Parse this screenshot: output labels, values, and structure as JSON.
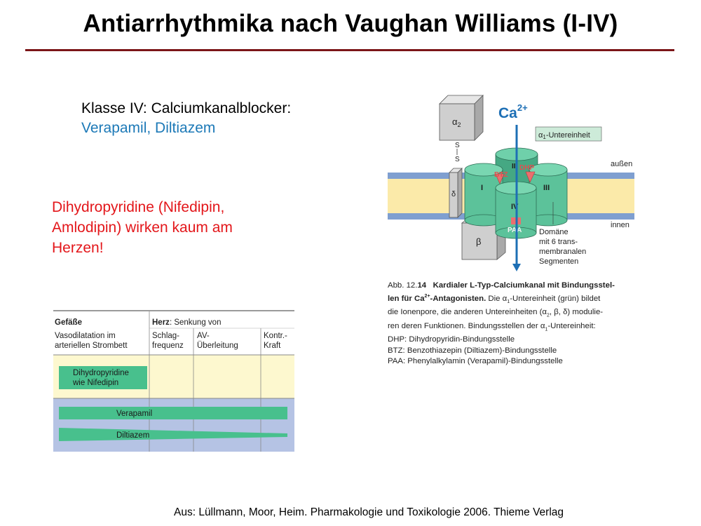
{
  "slide": {
    "title": "Antiarrhythmika nach Vaughan Williams (I-IV)",
    "class_heading": "Klasse IV: Calciumkanalblocker:",
    "class_drugs": "Verapamil, Diltiazem",
    "note_line1": "Dihydropyridine (Nifedipin,",
    "note_line2": "Amlodipin) wirken kaum am",
    "note_line3": "Herzen!",
    "citation": "Aus: Lüllmann, Moor, Heim. Pharmakologie und Toxikologie 2006. Thieme Verlag"
  },
  "table": {
    "col_vessels_title": "Gefäße",
    "col_vessels_sub1": "Vasodilatation im",
    "col_vessels_sub2": "arteriellen Strombett",
    "col_heart_title": "Herz",
    "col_heart_suffix": ": Senkung von",
    "col_rate_1": "Schlag-",
    "col_rate_2": "frequenz",
    "col_av_1": "AV-",
    "col_av_2": "Überleitung",
    "col_force_1": "Kontr.-",
    "col_force_2": "Kraft",
    "bar_dhp_1": "Dihydropyridine",
    "bar_dhp_2": "wie Nifedipin",
    "bar_verapamil": "Verapamil",
    "bar_diltiazem": "Diltiazem"
  },
  "diagram": {
    "ion": "Ca",
    "ion_charge": "2+",
    "alpha2": "α",
    "alpha2_sub": "2",
    "s1": "S",
    "s2": "S",
    "delta": "δ",
    "beta": "β",
    "alpha1_box_a": "α",
    "alpha1_box_sub": "1",
    "alpha1_box_b": "-Untereinheit",
    "outside": "außen",
    "inside": "innen",
    "seg_I": "I",
    "seg_II": "II",
    "seg_III": "III",
    "seg_IV": "IV",
    "btz": "BTZ",
    "dhp": "DHP",
    "paa": "PAA",
    "domain_1": "Domäne",
    "domain_2": "mit 6 trans-",
    "domain_3": "membranalen",
    "domain_4": "Segmenten"
  },
  "caption": {
    "fig_label": "Abb. 12.",
    "fig_num": "14",
    "bold_1": "Kardialer L-Typ-Calciumkanal mit Bindungsstel-",
    "bold_2": "len für Ca",
    "bold_2_sup": "2+",
    "bold_2_b": "-Antagonisten.",
    "text_2": " Die α",
    "text_2_sub": "1",
    "text_2_b": "-Untereinheit (grün) bildet",
    "line_3": "die Ionenpore, die anderen Untereinheiten (α",
    "line_3_sub": "2",
    "line_3_b": ", β, δ) modulie-",
    "line_4a": "ren deren Funktionen. Bindungsstellen der α",
    "line_4_sub": "1",
    "line_4b": "-Untereinheit:",
    "line_5": "DHP: Dihydropyridin-Bindungsstelle",
    "line_6": "BTZ: Benzothiazepin (Diltiazem)-Bindungsstelle",
    "line_7": "PAA: Phenylalkylamin (Verapamil)-Bindungsstelle"
  },
  "colors": {
    "title_rule": "#7b1518",
    "blue_text": "#1c79b7",
    "red_text": "#e3161a",
    "channel_green": "#5cc29a",
    "membrane_blue": "#7f9fd0",
    "membrane_yellow": "#fbeaa9",
    "table_yellow": "#fdf8cf",
    "table_blue": "#b5c3e4",
    "bar_green": "#48c08d",
    "site_red": "#ec6e6e"
  }
}
